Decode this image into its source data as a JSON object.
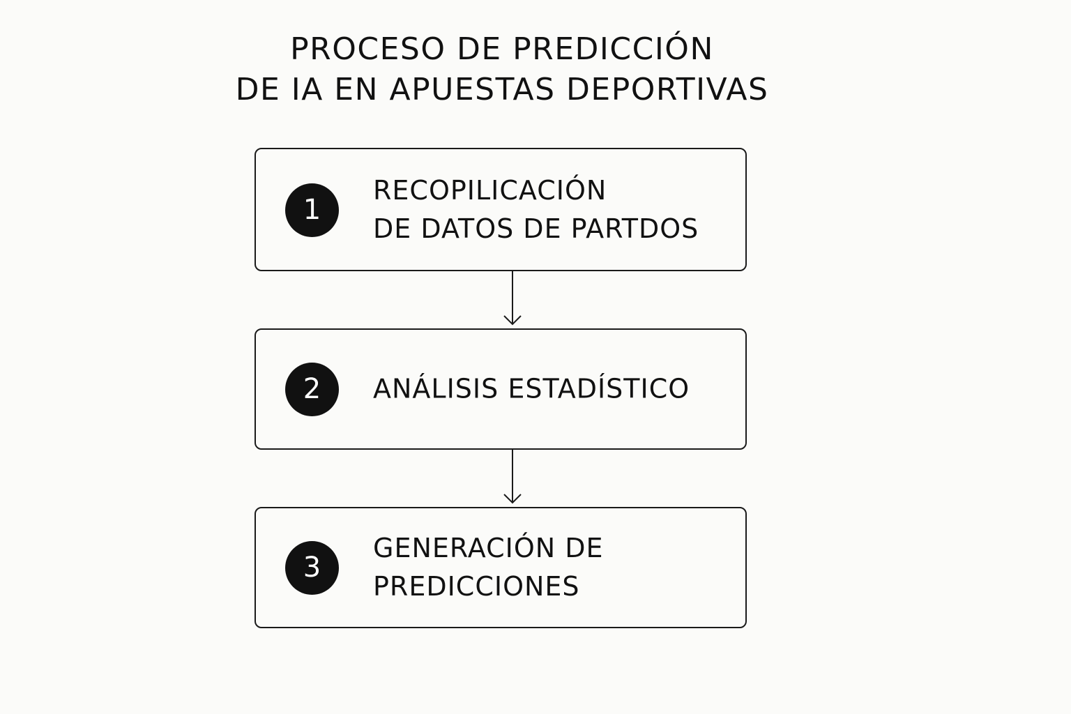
{
  "title": {
    "line1": "PROCESO DE PREDICCIÓN",
    "line2": "DE IA EN APUESTAS DEPORTIVAS"
  },
  "steps": [
    {
      "number": "1",
      "label_lines": [
        "RECOPILICACIÓN",
        "DE DATOS DE PARTDOS"
      ]
    },
    {
      "number": "2",
      "label_lines": [
        "ANÁLISIS ESTADÍSTICO"
      ]
    },
    {
      "number": "3",
      "label_lines": [
        "GENERACIÓN DE",
        "PREDICCIONES"
      ]
    }
  ],
  "colors": {
    "background": "#fbfbf9",
    "stroke": "#1a1a1a",
    "badge_fill": "#111111",
    "badge_text": "#ffffff"
  },
  "icons": {
    "connector": "arrow-down-icon"
  }
}
